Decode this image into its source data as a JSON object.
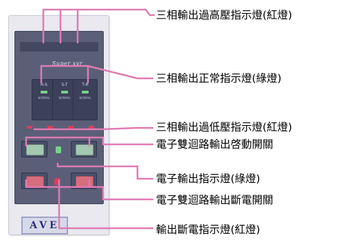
{
  "device": {
    "title": "Super xvr",
    "meters": [
      {
        "label": "R-S",
        "sub": "NORMAL"
      },
      {
        "label": "S-T",
        "sub": "NORMAL"
      },
      {
        "label": "T-R",
        "sub": "NORMAL"
      }
    ],
    "brand": "AVE",
    "colors": {
      "panel": "#5a5f77",
      "green_led": "#77d18a",
      "red_led": "#e23b5b",
      "green_button": "#a4c7b1",
      "red_button": "#d66d7c"
    }
  },
  "callouts": {
    "color": "#e07ab2",
    "labels": [
      "三相輸出過高壓指示燈(紅燈)",
      "三相輸出正常指示燈(綠燈)",
      "三相輸出過低壓指示燈(紅燈)",
      "電子雙迴路輸出啓動開關",
      "電子輸出指示燈(綠燈)",
      "電子雙迴路輸出斷電開關",
      "輸出斷電指示燈(紅燈)"
    ]
  }
}
